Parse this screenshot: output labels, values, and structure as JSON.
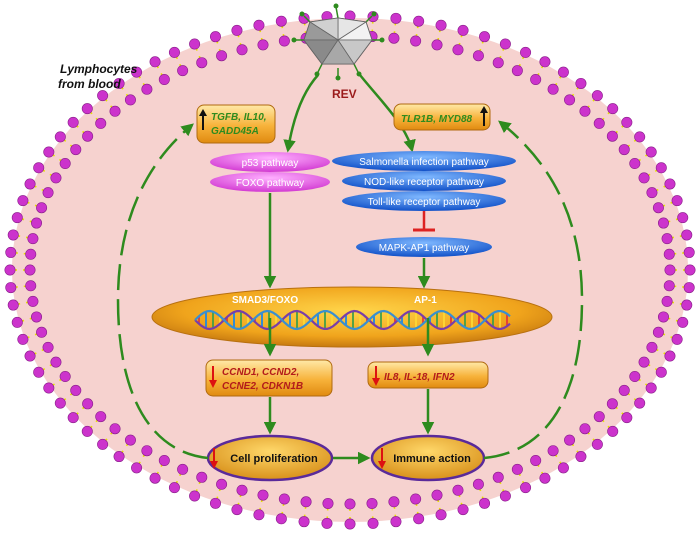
{
  "labels": {
    "corner_line1": "Lymphocytes",
    "corner_line2": "from blood",
    "virus": "REV",
    "up_left_line1": "TGFB, IL10,",
    "up_left_line2": "GADD45A",
    "up_right": "TLR1B, MYD88",
    "p53": "p53 pathway",
    "foxo": "FOXO pathway",
    "salmonella": "Salmonella infection pathway",
    "nod": "NOD-like receptor pathway",
    "toll": "Toll-like receptor pathway",
    "mapk": "MAPK-AP1 pathway",
    "smad": "SMAD3/FOXO",
    "ap1": "AP-1",
    "down_left_line1": "CCND1, CCND2,",
    "down_left_line2": "CCNE2, CDKN1B",
    "down_right": "IL8, IL-18, IFN2",
    "cell_prolif": "Cell proliferation",
    "immune": "Immune action"
  },
  "colors": {
    "background": "#ffffff",
    "cytoplasm": "#f6d2cf",
    "lipid_head": "#cc33cc",
    "lipid_tail": "#e8e000",
    "arrow_green": "#2e8b1e",
    "inhibit_red": "#dd2222",
    "up_arrow": "#111111",
    "down_arrow": "#dd1111",
    "gene_box": "#f7a41d",
    "gene_text_up": "#2e8b1e",
    "gene_text_down": "#b31b1b",
    "virus_label": "#9b1b1b",
    "magenta_pathway": "#e34fe3",
    "blue_pathway": "#1560d6",
    "nucleus": "#f0a41c",
    "outcome_fill": "#e2a020",
    "outcome_stroke": "#5a2a9a"
  },
  "icons": [
    "virus-icon",
    "dna-helix-icon",
    "up-arrow-icon",
    "down-arrow-icon"
  ]
}
